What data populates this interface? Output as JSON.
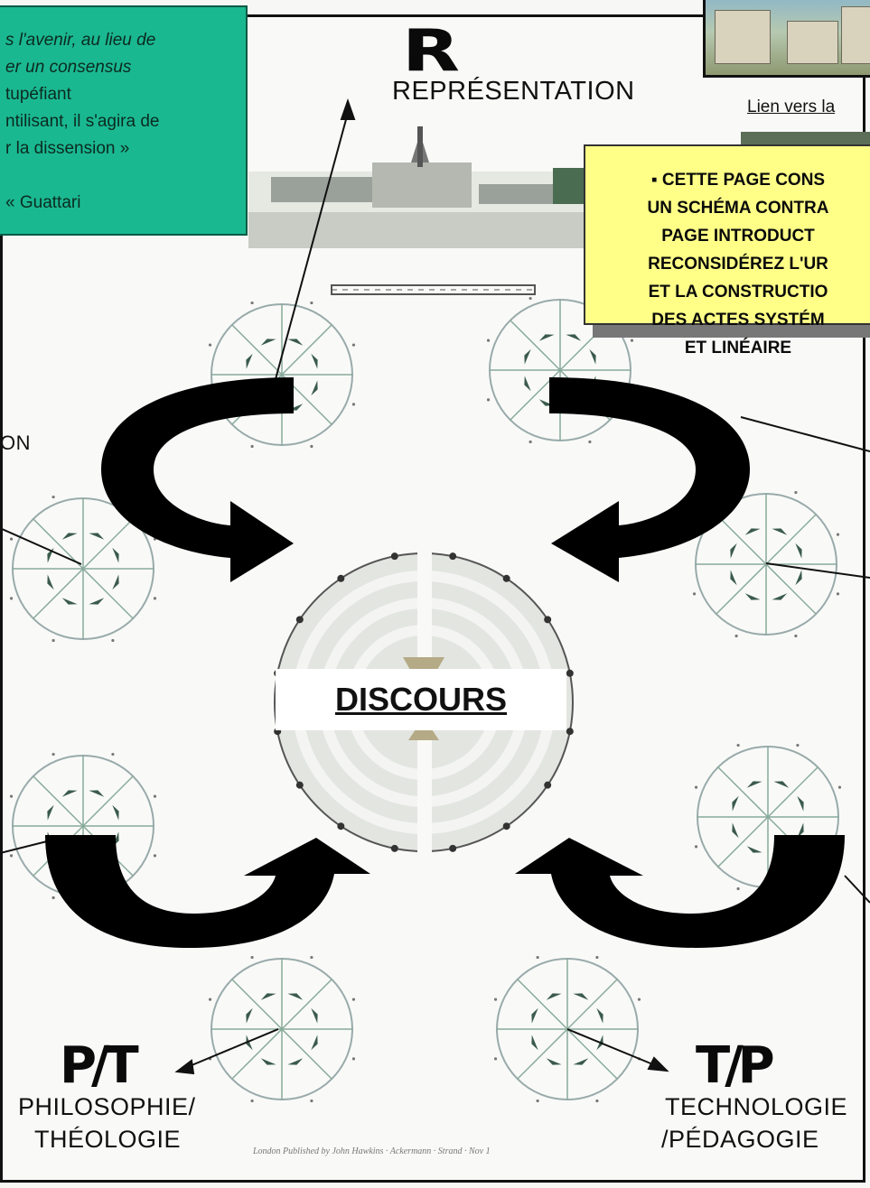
{
  "quote": {
    "line1": "s l'avenir, au lieu de",
    "line2": "er un consensus",
    "line3": "tupéfiant",
    "line4": "ntilisant, il s'agira de",
    "line5": "r la dissension »",
    "author": "« Guattari"
  },
  "nodes": {
    "top": {
      "letter": "R",
      "label": "REPRÉSENTATION"
    },
    "left": {
      "label": "ON"
    },
    "bottom_left": {
      "letter": "P/T",
      "label_line1": "PHILOSOPHIE/",
      "label_line2": "THÉOLOGIE"
    },
    "bottom_right": {
      "letter": "T/P",
      "label_line1": "TECHNOLOGIE",
      "label_line2": "/PÉDAGOGIE"
    }
  },
  "link": {
    "text": "Lien vers la"
  },
  "note": {
    "line1": "▪ CETTE PAGE CONS",
    "line2": "UN SCHÉMA CONTRA",
    "line3": "PAGE INTRODUCT",
    "line4": "RECONSIDÉREZ L'UR",
    "line5": "ET LA CONSTRUCTIO",
    "line6": "DES ACTES SYSTÉM",
    "line7": "ET LINÉAIRE"
  },
  "center": {
    "label": "DISCOURS"
  },
  "colors": {
    "quote_box": "#1ab891",
    "note_box": "#ffff88",
    "arrows": "#000000"
  }
}
